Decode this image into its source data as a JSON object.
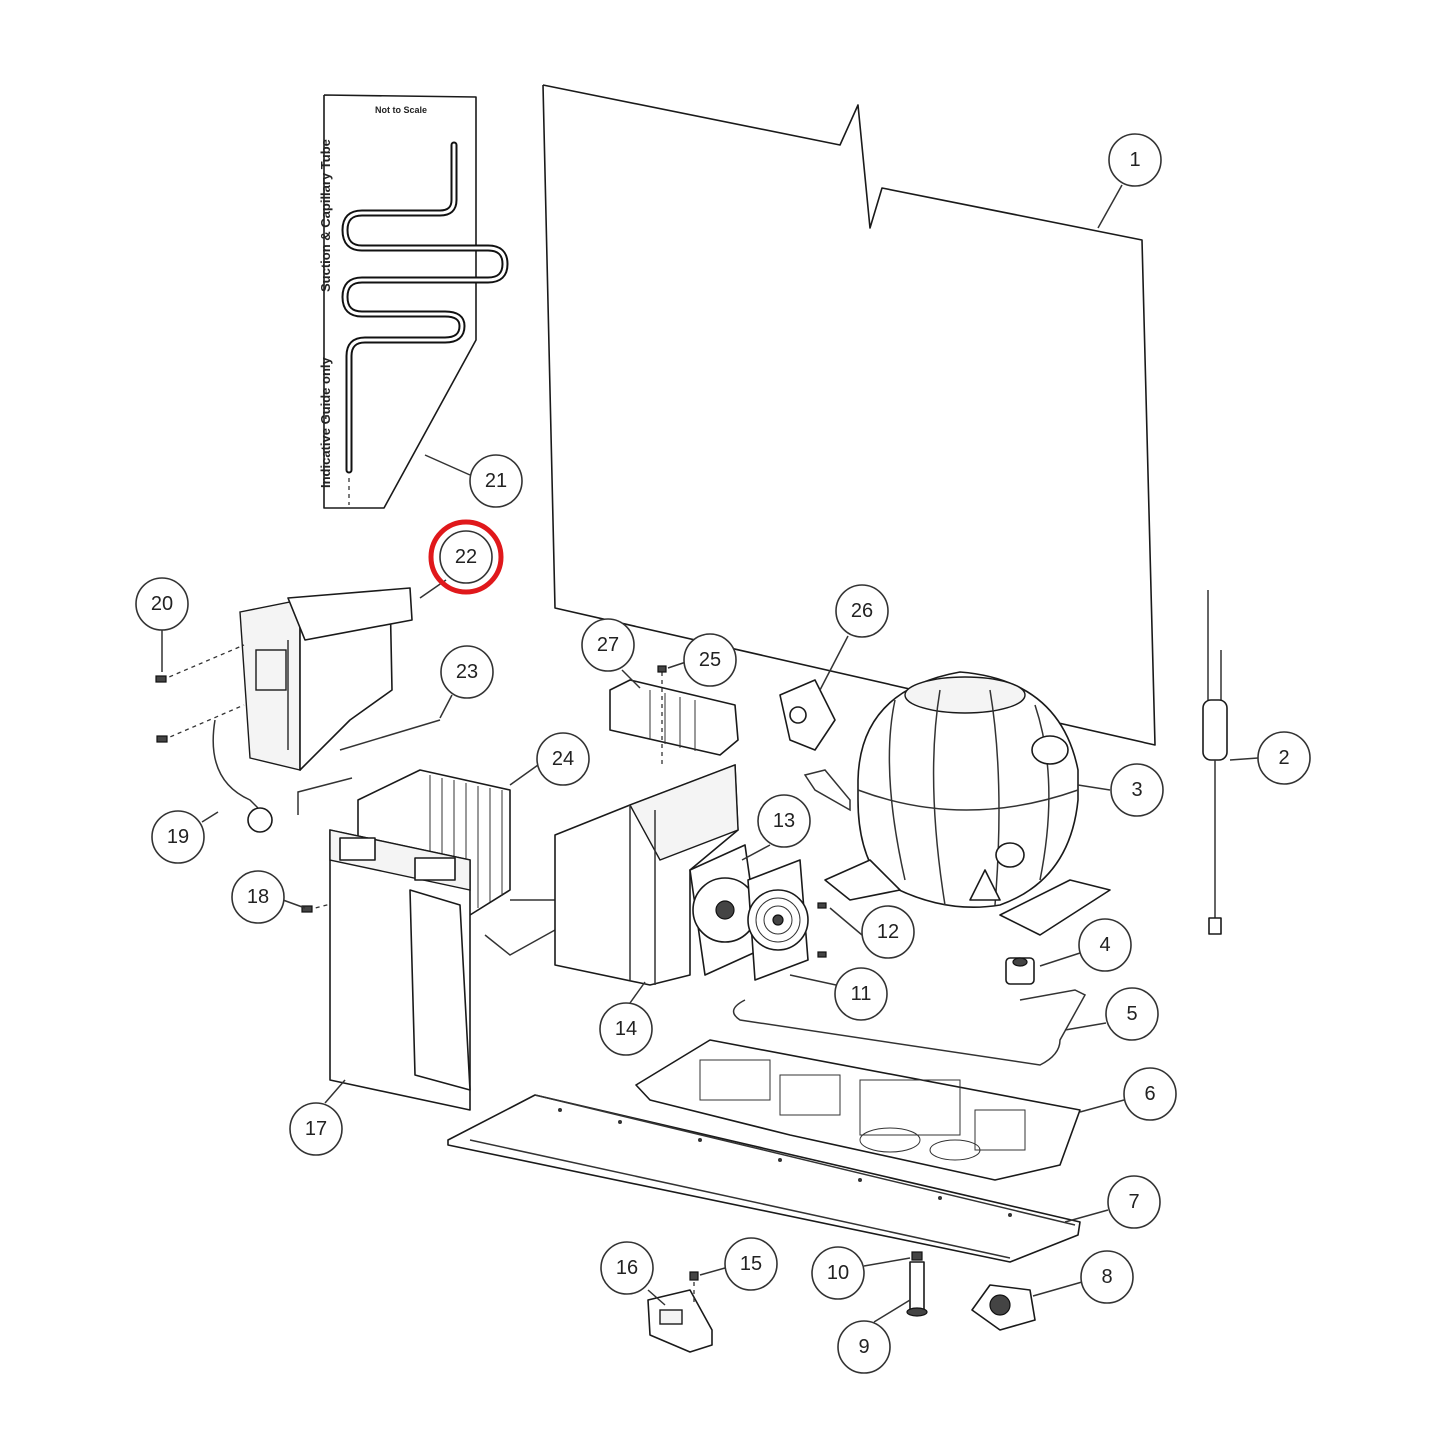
{
  "guide": {
    "scale_note": "Not to Scale",
    "label_upper": "Suction & Capillary Tube",
    "label_lower": "Indicative Guide only"
  },
  "callouts": [
    {
      "label": "1"
    },
    {
      "label": "2"
    },
    {
      "label": "3"
    },
    {
      "label": "4"
    },
    {
      "label": "5"
    },
    {
      "label": "6"
    },
    {
      "label": "7"
    },
    {
      "label": "8"
    },
    {
      "label": "9"
    },
    {
      "label": "10"
    },
    {
      "label": "11"
    },
    {
      "label": "12"
    },
    {
      "label": "13"
    },
    {
      "label": "14"
    },
    {
      "label": "15"
    },
    {
      "label": "16"
    },
    {
      "label": "17"
    },
    {
      "label": "18"
    },
    {
      "label": "19"
    },
    {
      "label": "20"
    },
    {
      "label": "21"
    },
    {
      "label": "22"
    },
    {
      "label": "23"
    },
    {
      "label": "24"
    },
    {
      "label": "25"
    },
    {
      "label": "26"
    },
    {
      "label": "27"
    }
  ],
  "highlighted_callout": "22",
  "colors": {
    "highlight": "#e0181b",
    "line": "#1a1a1a",
    "background": "#ffffff"
  }
}
